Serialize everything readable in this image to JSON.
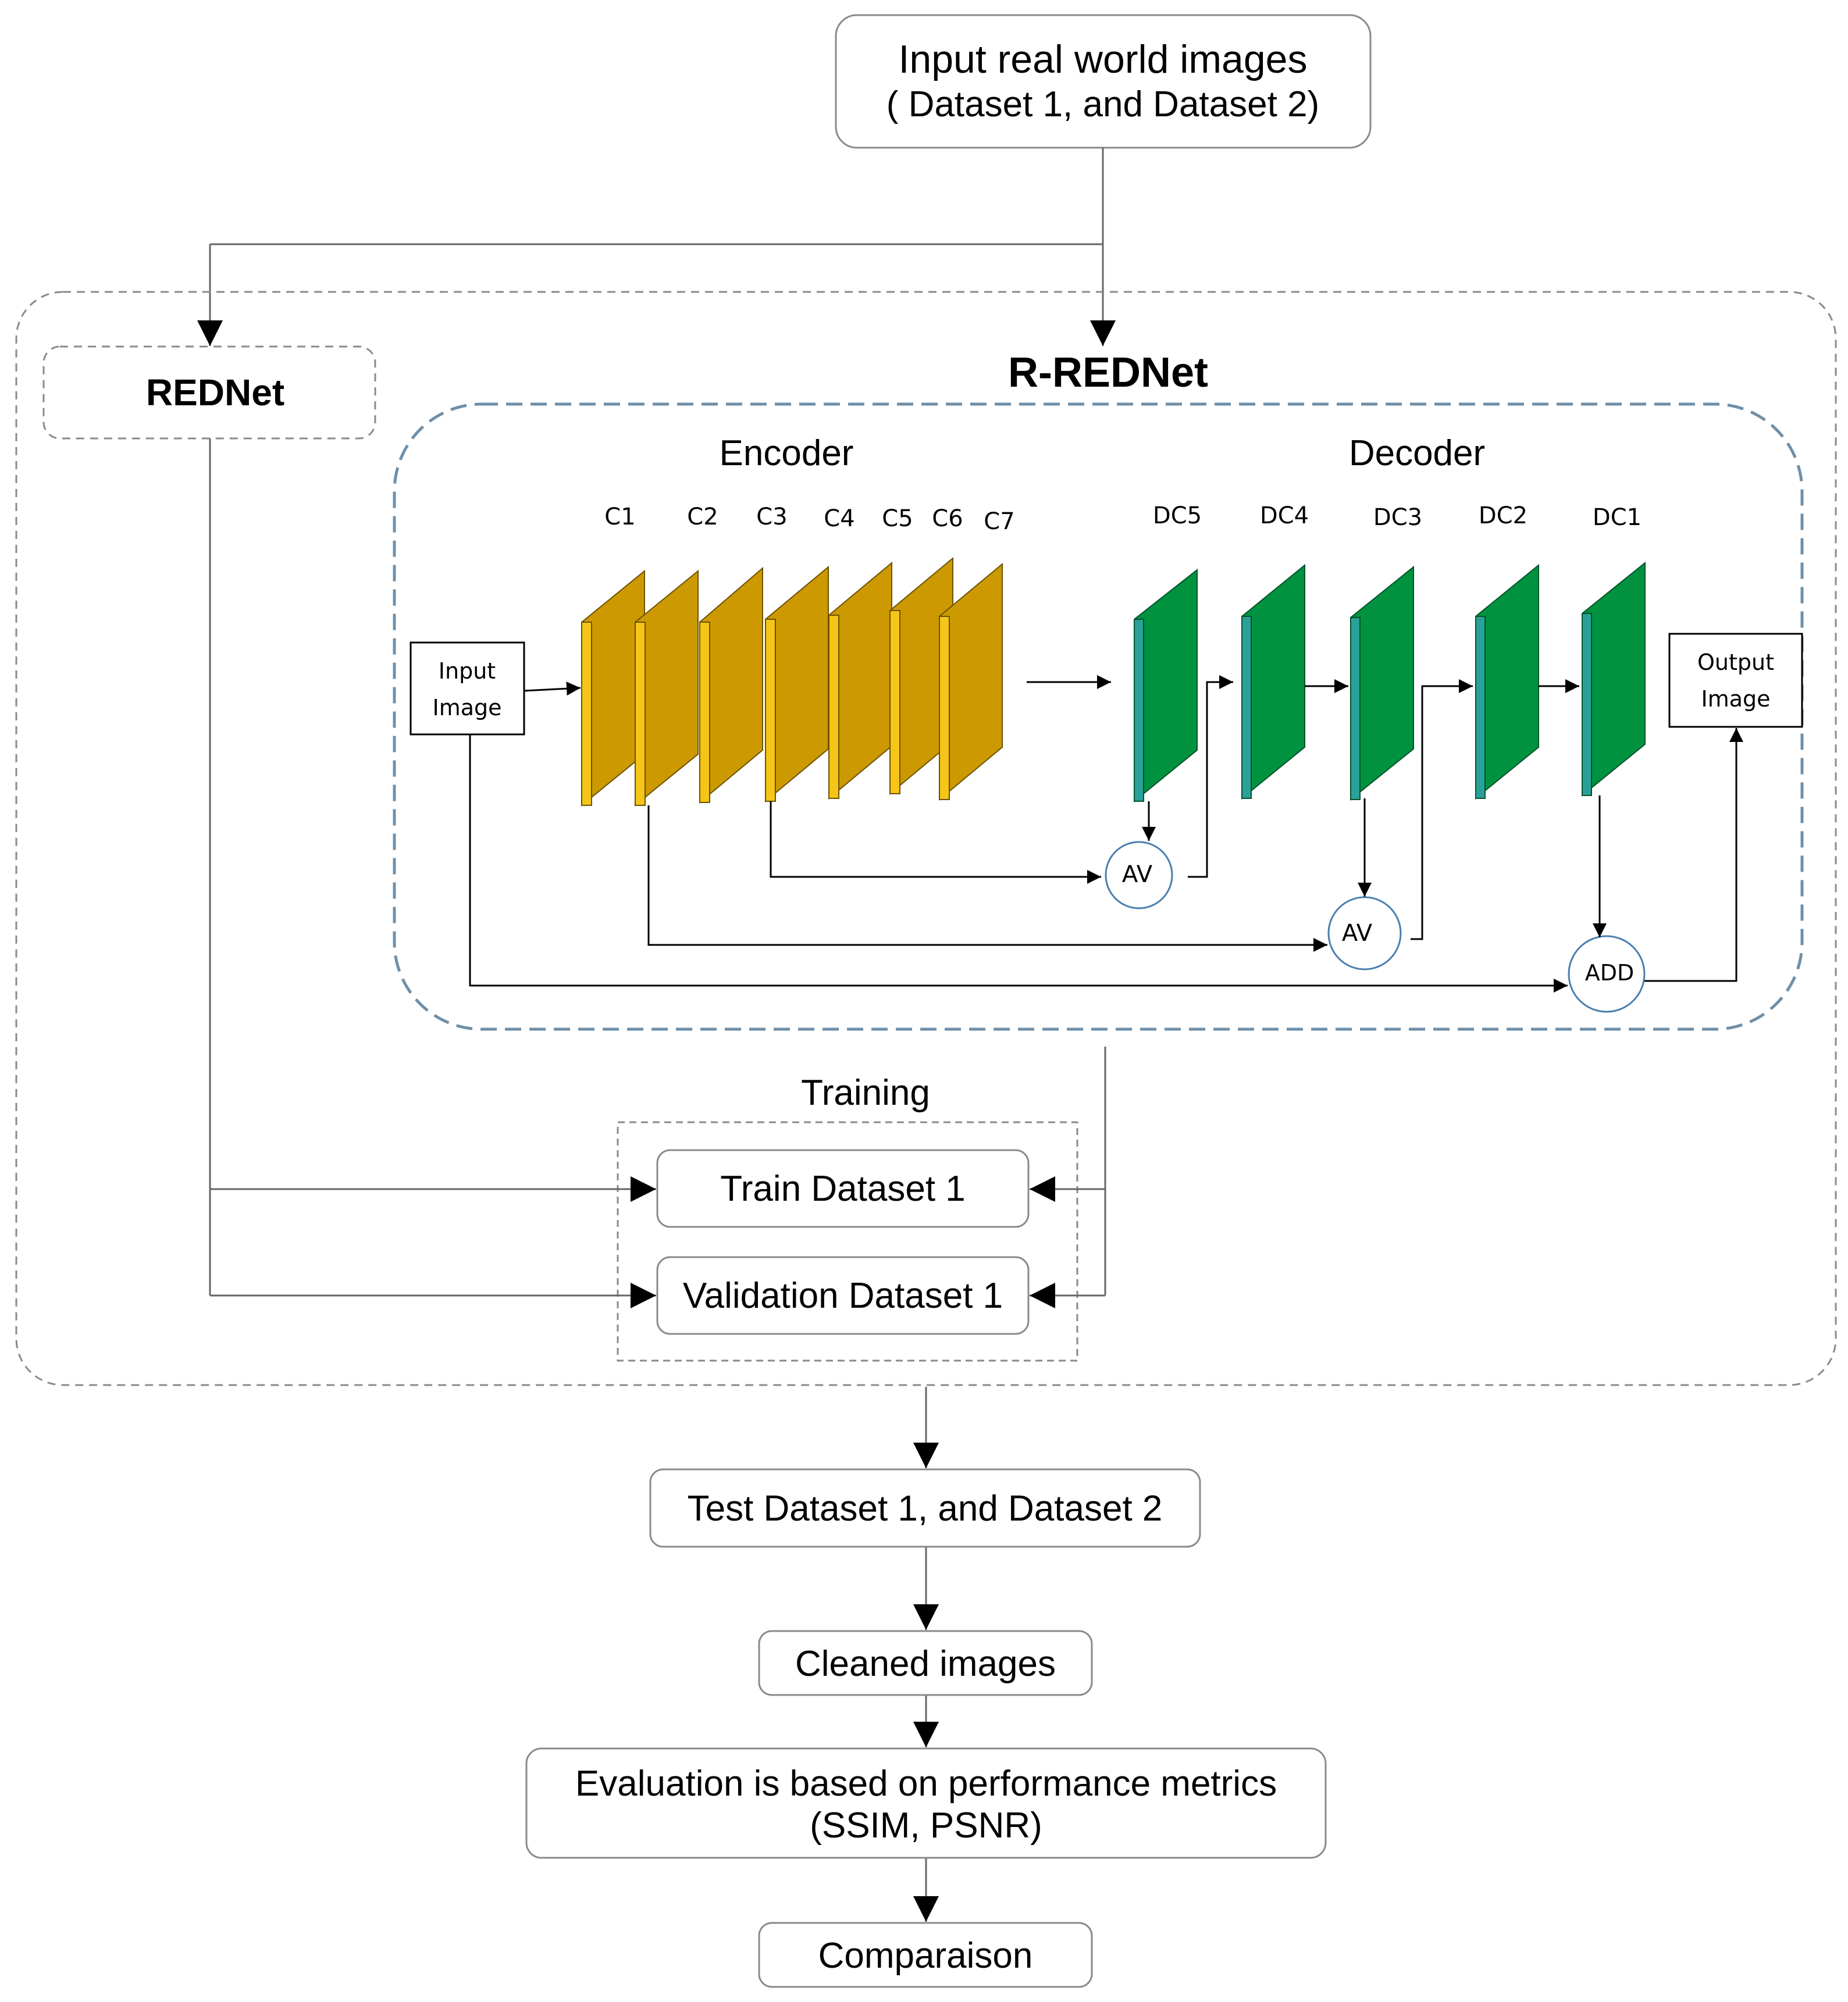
{
  "input_box": {
    "line1": "Input real world images",
    "line2": "( Dataset 1, and Dataset 2)"
  },
  "rednet": {
    "label": "REDNet"
  },
  "rrednet": {
    "title": "R-REDNet",
    "encoder_label": "Encoder",
    "decoder_label": "Decoder",
    "encoder_layers": [
      "C1",
      "C2",
      "C3",
      "C4",
      "C5",
      "C6",
      "C7"
    ],
    "decoder_layers": [
      "DC5",
      "DC4",
      "DC3",
      "DC2",
      "DC1"
    ],
    "input_image": {
      "line1": "Input",
      "line2": "Image"
    },
    "output_image": {
      "line1": "Output",
      "line2": "Image"
    },
    "av1": "AV",
    "av2": "AV",
    "add": "ADD"
  },
  "training": {
    "label": "Training",
    "train": "Train Dataset 1",
    "validation": "Validation Dataset 1"
  },
  "test": {
    "label": "Test Dataset 1, and Dataset 2"
  },
  "cleaned": {
    "label": "Cleaned images"
  },
  "evaluation": {
    "line1": "Evaluation is based on performance metrics",
    "line2": "(SSIM, PSNR)"
  },
  "comparison": {
    "label": "Comparaison"
  },
  "colors": {
    "encoder": "#cc9900",
    "encoder_edge": "#f5c518",
    "decoder": "#00923f",
    "decoder_edge": "#2aa198",
    "dashed_blue": "#6f8fa8"
  }
}
